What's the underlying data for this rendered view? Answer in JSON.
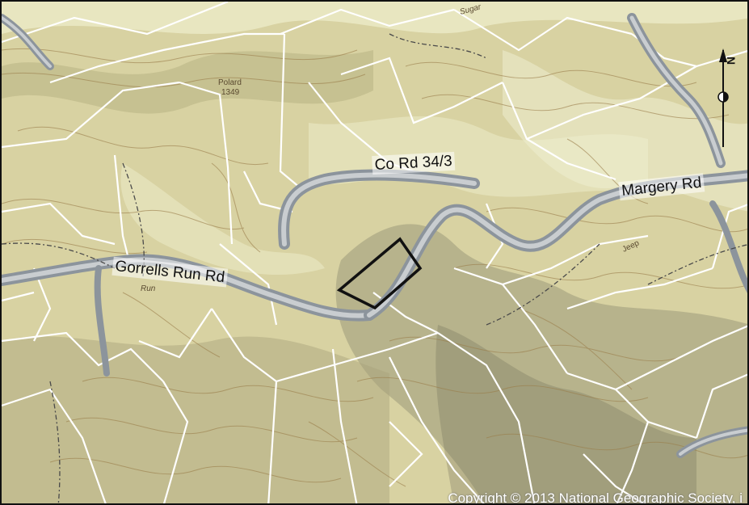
{
  "map": {
    "colors": {
      "terrain": "#d8d2a2",
      "ridge": "#ecebc8",
      "valley": "#7c7b63",
      "contour": "#9a7d4a",
      "parcel_line": "#ffffff",
      "road_casing": "#8c949c",
      "road_core": "#c9cdd0",
      "subject_parcel": "#111111"
    },
    "roads": [
      {
        "name": "Co Rd 34/3"
      },
      {
        "name": "Margery Rd"
      },
      {
        "name": "Gorrells Run Rd"
      }
    ],
    "place_labels": {
      "summit": "Polard",
      "summit_elev": "1349",
      "stream": "Run",
      "stream_top": "Sugar",
      "jeep": "Jeep"
    },
    "north_arrow": {
      "letter": "N",
      "icon": "north-arrow-icon"
    },
    "copyright": "Copyright © 2013 National Geographic Society, i"
  }
}
